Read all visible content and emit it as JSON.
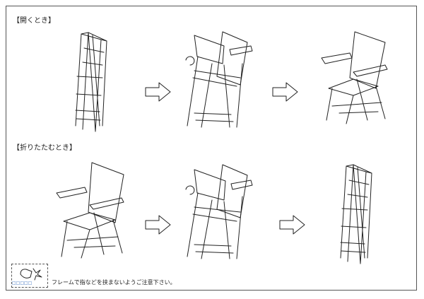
{
  "sections": [
    {
      "heading": "【開くとき】"
    },
    {
      "heading": "【折りたたむとき】"
    }
  ],
  "warning": {
    "icon": "pinch-finger-icon",
    "code": "□□□□□",
    "text": "フレームで指などを挟まないようご注意下さい。"
  }
}
